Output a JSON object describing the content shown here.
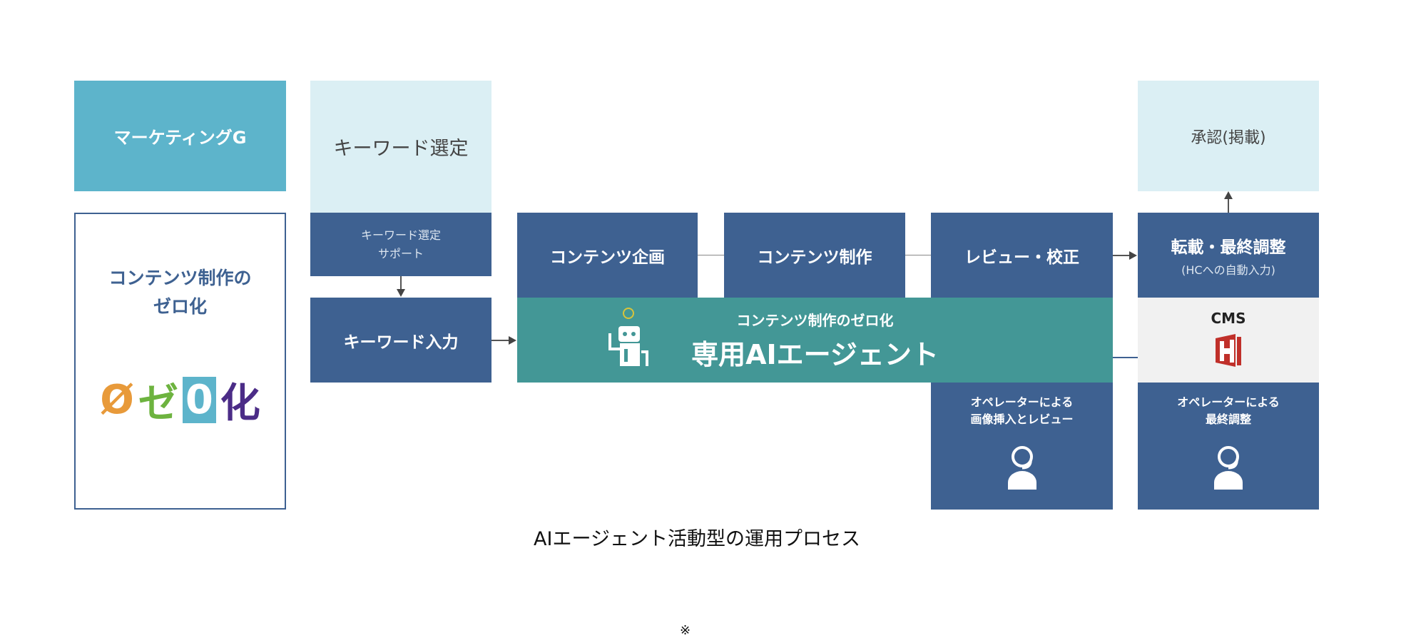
{
  "marketing": {
    "label": "マーケティングG"
  },
  "zero": {
    "title_line1": "コンテンツ制作の",
    "title_line2": "ゼロ化",
    "logo_text": "ゼロ化"
  },
  "keyword_select": {
    "label": "キーワード選定"
  },
  "keyword_support": {
    "line1": "キーワード選定",
    "line2": "サポート"
  },
  "keyword_input": {
    "label": "キーワード入力"
  },
  "content_planning": {
    "label": "コンテンツ企画"
  },
  "content_production": {
    "label": "コンテンツ制作"
  },
  "review": {
    "label": "レビュー・校正"
  },
  "transfer": {
    "label": "転載・最終調整",
    "sub": "(HCへの自動入力)"
  },
  "approval": {
    "label": "承認(掲載)"
  },
  "agent": {
    "sub": "コンテンツ制作のゼロ化",
    "title": "専用AIエージェント"
  },
  "cms": {
    "label": "CMS"
  },
  "operator_review": {
    "line1": "オペレーターによる",
    "line2": "画像挿入とレビュー"
  },
  "operator_final": {
    "line1": "オペレーターによる",
    "line2": "最終調整"
  },
  "caption": "AIエージェント活動型の運用プロセス",
  "footnote": "※",
  "colors": {
    "dark": "#3e6191",
    "teal": "#439796",
    "marketing": "#5db4cb",
    "light": "#dbeff4",
    "cms_red": "#c0302a"
  }
}
